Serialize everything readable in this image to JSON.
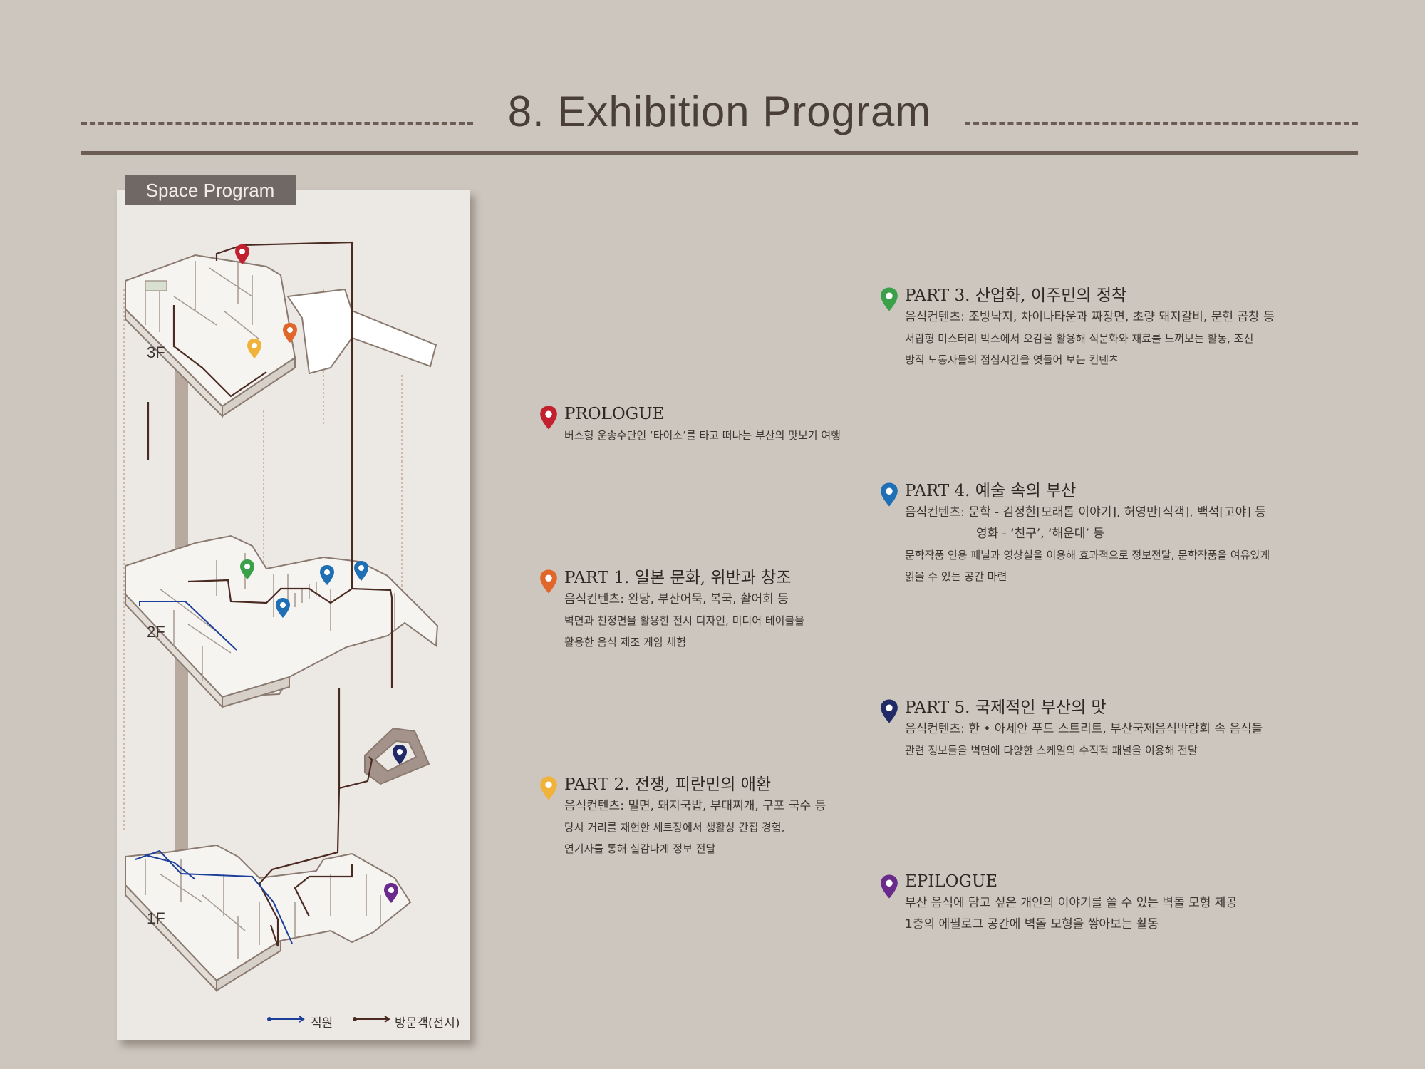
{
  "header": {
    "title": "8. Exhibition Program"
  },
  "panel": {
    "tab_label": "Space Program",
    "floors": [
      "3F",
      "2F",
      "1F"
    ],
    "legend": {
      "staff": "직원",
      "visitor": "방문객(전시)"
    }
  },
  "colors": {
    "prologue": "#c2202e",
    "part1": "#e0662a",
    "part2": "#f0b23a",
    "part3": "#3aa14a",
    "part4": "#1f6fb4",
    "part5": "#1f2a66",
    "epilogue": "#6a2a8c",
    "staff_route": "#1c3f9a",
    "visitor_route": "#4b2a22",
    "shaft": "#b2a396"
  },
  "entries": {
    "prologue": {
      "title": "PROLOGUE",
      "lines": [
        "버스형 운송수단인 ‘타이소’를 타고 떠나는 부산의 맛보기 여행"
      ]
    },
    "part1": {
      "title": "PART 1. 일본 문화, 위반과 창조",
      "content": "음식컨텐츠: 완당, 부산어묵, 복국, 활어회 등",
      "lines": [
        "벽면과 천정면을 활용한 전시 디자인, 미디어 테이블을",
        "활용한 음식 제조 게임 체험"
      ]
    },
    "part2": {
      "title": "PART 2. 전쟁, 피란민의 애환",
      "content": "음식컨텐츠: 밀면, 돼지국밥, 부대찌개, 구포 국수 등",
      "lines": [
        "당시 거리를 재현한 세트장에서 생활상 간접 경험,",
        "연기자를 통해 실감나게 정보 전달"
      ]
    },
    "part3": {
      "title": "PART 3. 산업화, 이주민의 정착",
      "content": "음식컨텐츠: 조방낙지, 차이나타운과 짜장면, 초량 돼지갈비, 문현 곱창 등",
      "lines": [
        "서랍형 미스터리 박스에서 오감을 활용해 식문화와 재료를 느껴보는 활동, 조선",
        "방직 노동자들의 점심시간을 엿들어 보는 컨텐츠"
      ]
    },
    "part4": {
      "title": "PART 4. 예술 속의 부산",
      "content": "음식컨텐츠: 문학 - 김정한[모래톱 이야기], 허영만[식객], 백석[고야] 등",
      "content2": "영화 - ‘친구’, ‘해운대’ 등",
      "lines": [
        "문학작품 인용 패널과 영상실을 이용해 효과적으로 정보전달, 문학작품을 여유있게",
        "읽을 수 있는 공간 마련"
      ]
    },
    "part5": {
      "title": "PART 5. 국제적인 부산의 맛",
      "content": "음식컨텐츠: 한 • 아세안 푸드 스트리트, 부산국제음식박람회 속 음식들",
      "lines": [
        "관련 정보들을 벽면에 다양한 스케일의 수직적 패널을 이용해 전달"
      ]
    },
    "epilogue": {
      "title": "EPILOGUE",
      "content": "부산 음식에 담고 싶은 개인의 이야기를 쓸 수 있는 벽돌 모형 제공",
      "lines": [
        "1층의 에필로그 공간에 벽돌 모형을 쌓아보는 활동"
      ]
    }
  }
}
